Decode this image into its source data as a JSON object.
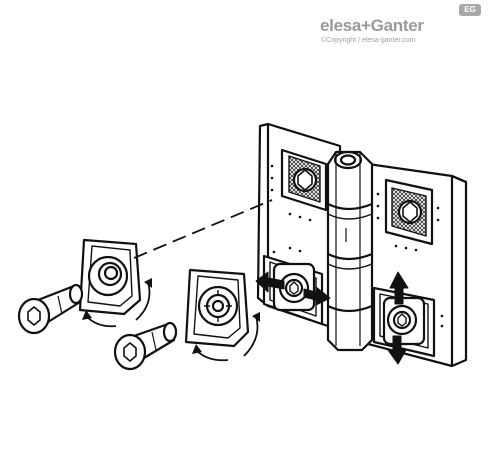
{
  "brand": {
    "name": "elesa+Ganter",
    "badge": "EG",
    "copyright": "©Copyright | elesa-ganter.com"
  },
  "illustration": {
    "subject": "hinge-assembly-exploded-view",
    "parts": [
      "screw",
      "square-eccentric-insert",
      "hinge-wing-left",
      "hinge-knuckle",
      "hinge-wing-right"
    ],
    "colors": {
      "stroke": "#111111",
      "fill": "#ffffff",
      "shadow": "#cfcfcf",
      "logo": "#9a9a9a"
    }
  }
}
